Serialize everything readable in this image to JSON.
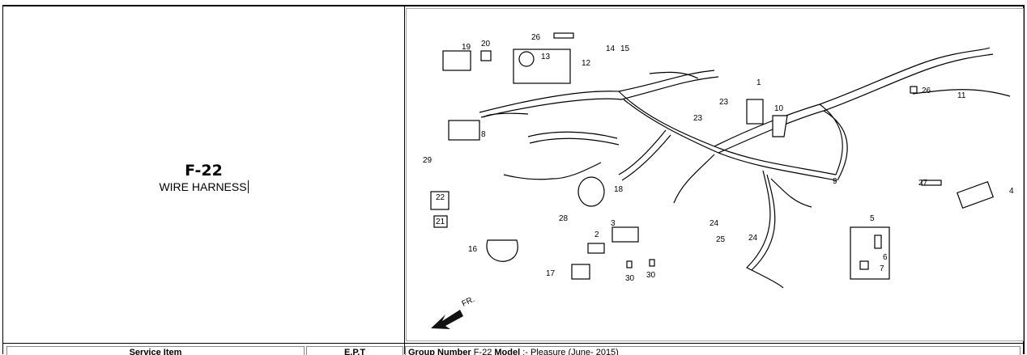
{
  "part_group": {
    "code": "F-22",
    "name": "WIRE HARNESS"
  },
  "diagram": {
    "part_labels": [
      "1",
      "2",
      "3",
      "4",
      "5",
      "6",
      "7",
      "8",
      "9",
      "10",
      "11",
      "12",
      "13",
      "14",
      "15",
      "16",
      "17",
      "18",
      "19",
      "20",
      "21",
      "22",
      "23",
      "23",
      "24",
      "24",
      "25",
      "26",
      "26",
      "27",
      "28",
      "29",
      "30",
      "30"
    ],
    "direction_label": "FR."
  },
  "table": {
    "col_service_item": "Service Item",
    "col_ep": "E.P.T",
    "group_number_label": "Group Number",
    "group_number_value": "F-22",
    "model_label": "Model",
    "model_value": "Pleasure (June- 2015)"
  }
}
